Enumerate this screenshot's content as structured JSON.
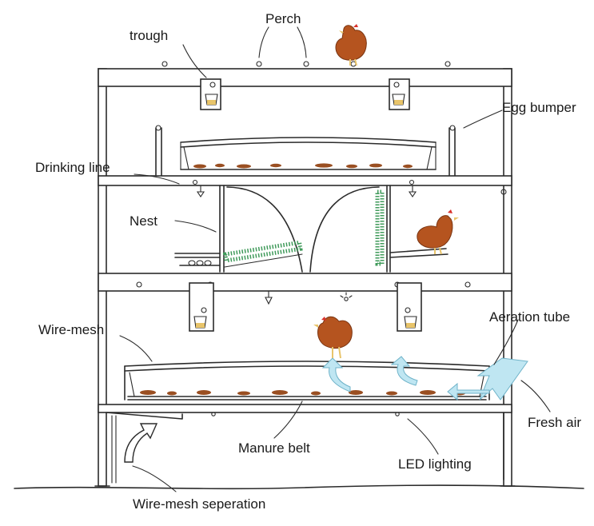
{
  "labels": {
    "perch": "Perch",
    "trough": "trough",
    "egg_bumper": "Egg bumper",
    "drinking_line": "Drinking line",
    "nest": "Nest",
    "aeration_tube": "Aeration tube",
    "wire_mesh": "Wire-mesh",
    "fresh_air": "Fresh air",
    "manure_belt": "Manure belt",
    "led_lighting": "LED lighting",
    "wire_mesh_separation": "Wire-mesh seperation"
  },
  "colors": {
    "line": "#2b2b2b",
    "hen": "#b5541f",
    "hen_dark": "#7a3512",
    "comb": "#d9302a",
    "manure": "#9a4f22",
    "air": "#bfe6f2",
    "mesh_green": "#3f9a5a",
    "trough_fill": "#e8c46a"
  }
}
